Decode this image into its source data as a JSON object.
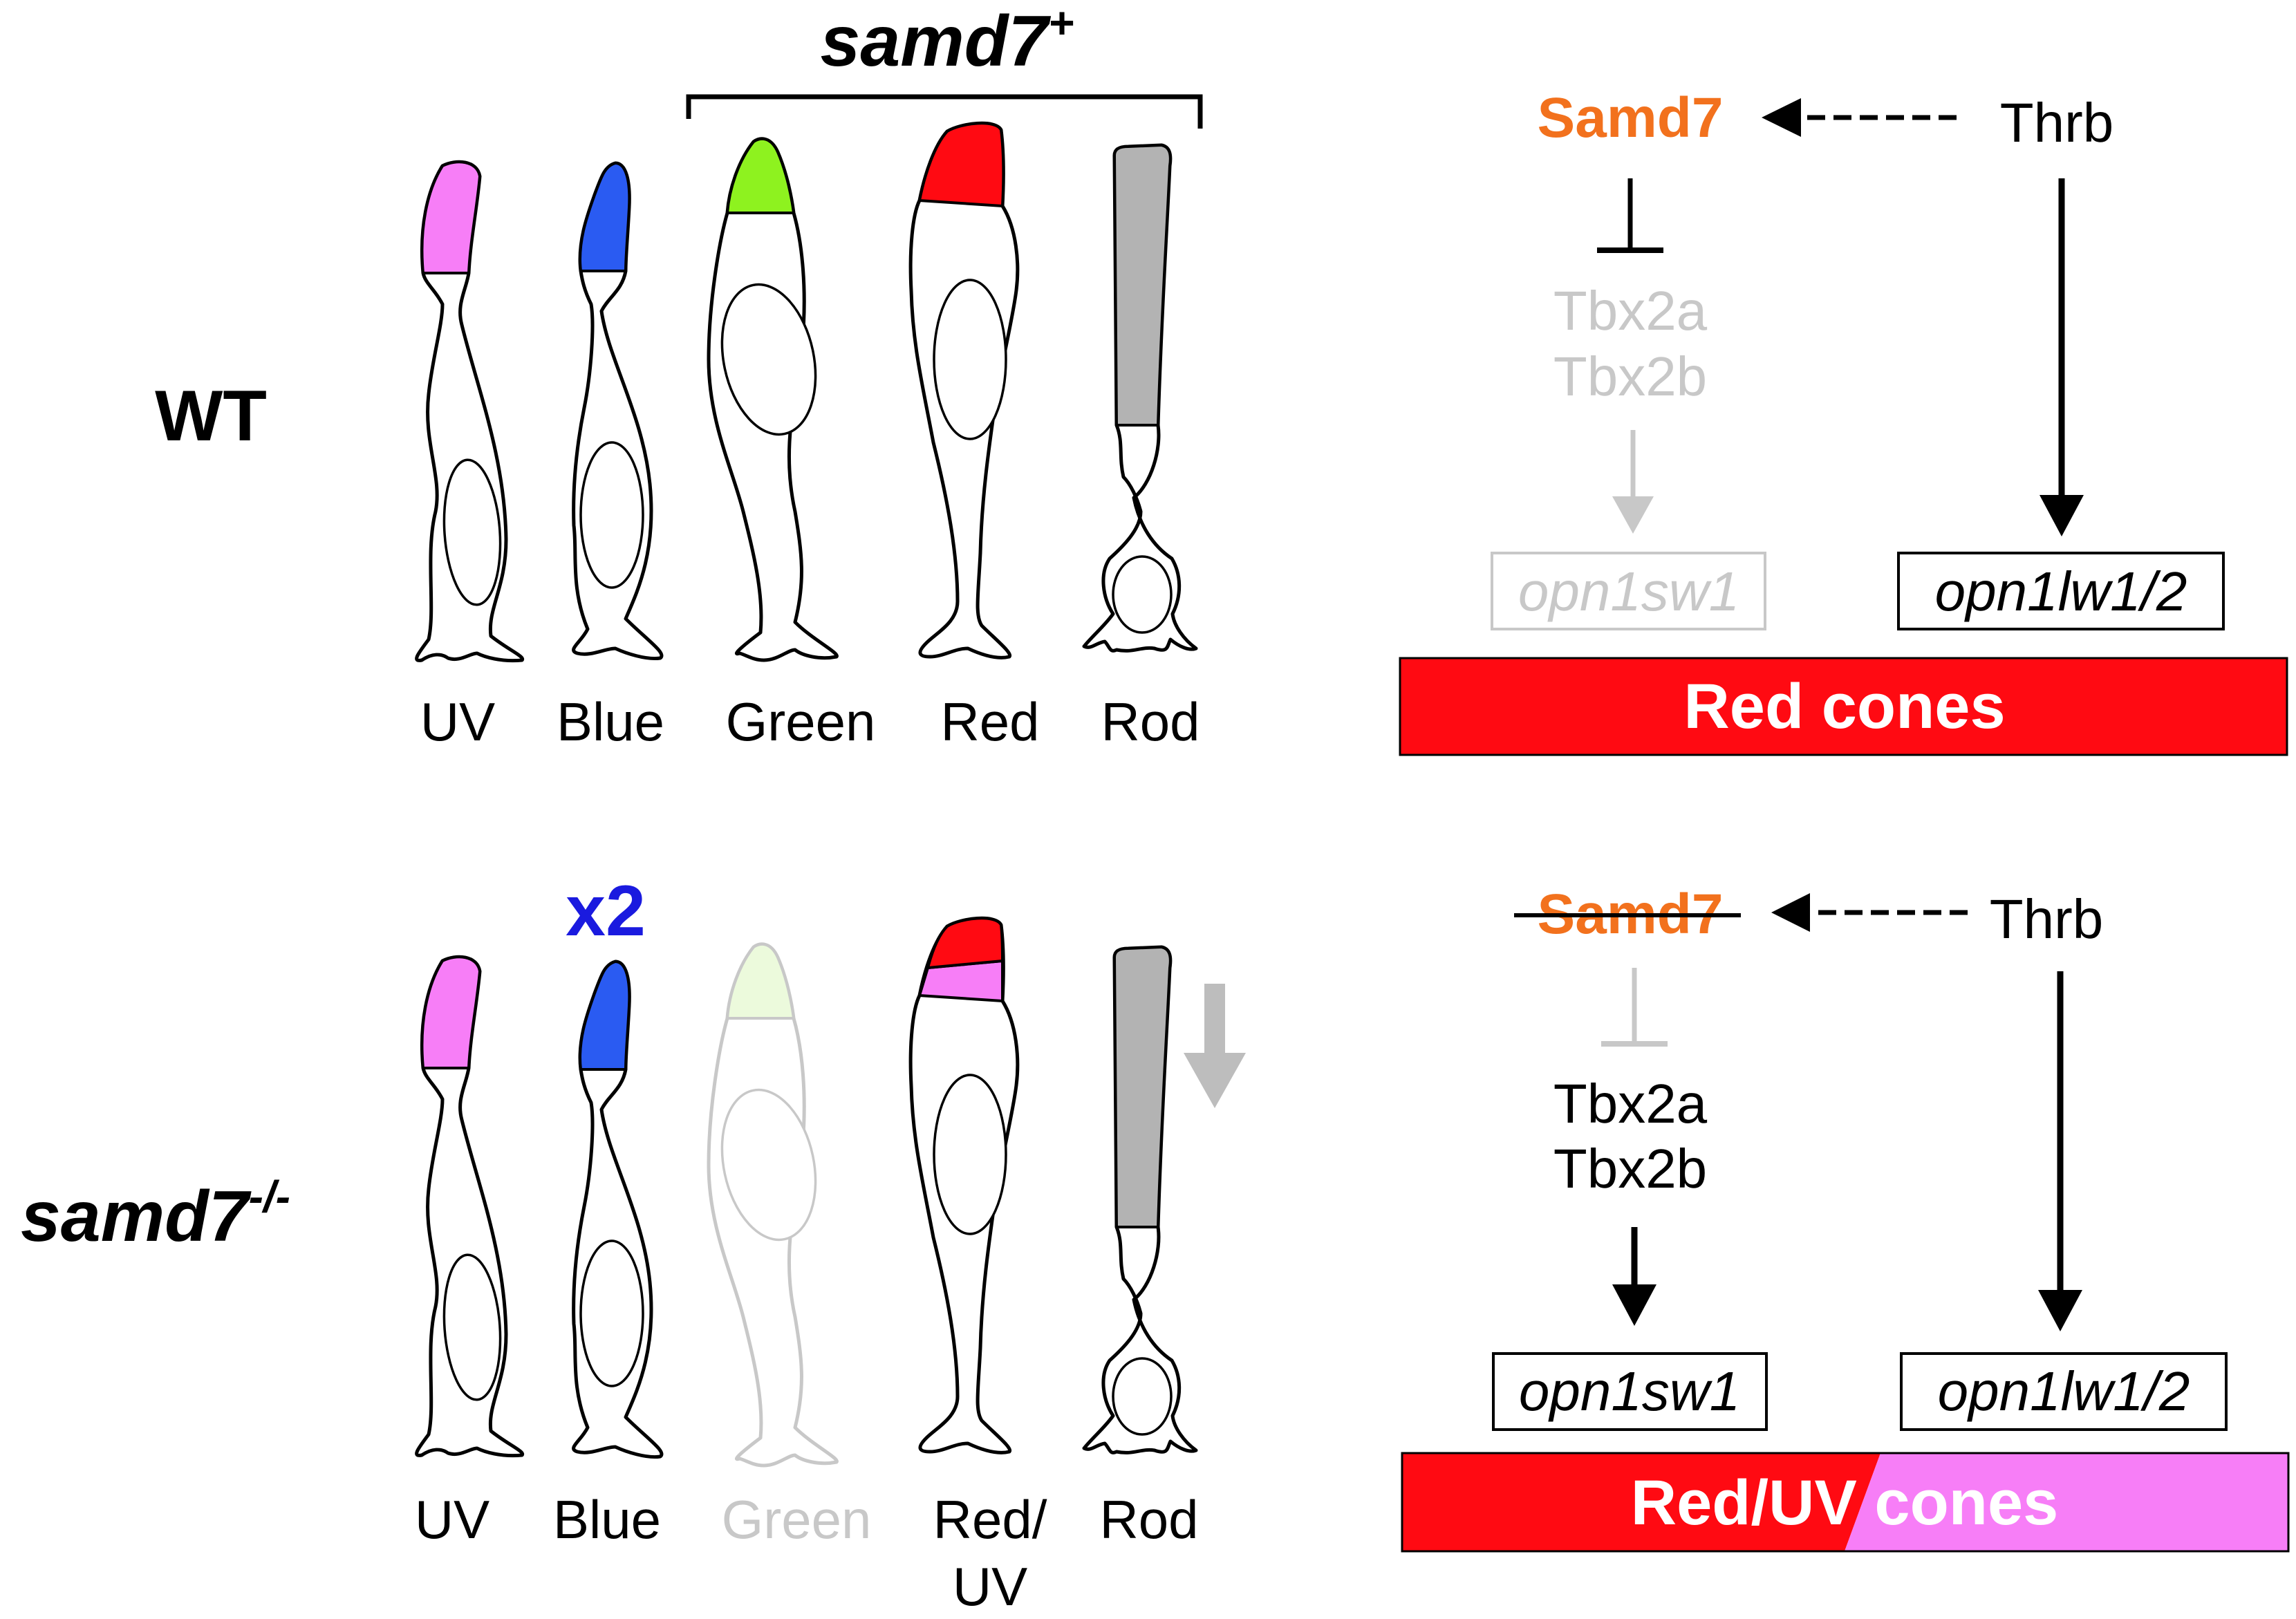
{
  "header": {
    "samd7_plus": "samd7",
    "samd7_plus_sup": "+"
  },
  "rows": {
    "wt": {
      "label": "WT"
    },
    "mutant": {
      "label": "samd7",
      "label_sup": "-/-"
    }
  },
  "cells_wt": {
    "uv": "UV",
    "blue": "Blue",
    "green": "Green",
    "red": "Red",
    "rod": "Rod"
  },
  "cells_mutant": {
    "uv": "UV",
    "blue": "Blue",
    "green": "Green",
    "red_line1": "Red/",
    "red_line2": "UV",
    "rod": "Rod",
    "blue_fold": "x2"
  },
  "pathway_wt": {
    "samd7": "Samd7",
    "thrb": "Thrb",
    "tbx2a": "Tbx2a",
    "tbx2b": "Tbx2b",
    "opn1sw1": "opn1sw1",
    "opn1lw": "opn1lw1/2",
    "result": "Red cones"
  },
  "pathway_mutant": {
    "samd7": "Samd7",
    "thrb": "Thrb",
    "tbx2a": "Tbx2a",
    "tbx2b": "Tbx2b",
    "opn1sw1": "opn1sw1",
    "opn1lw": "opn1lw1/2",
    "result": "Red/UV cones"
  },
  "colors": {
    "uv": "#f77ef7",
    "blue": "#2a5bf2",
    "green": "#8ef21f",
    "red": "#ff0a12",
    "rod": "#b3b3b3",
    "samd7": "#f2711d",
    "x2": "#1a1adf",
    "faded": "#c8c8c8",
    "faded_green": "#ecfadc"
  }
}
